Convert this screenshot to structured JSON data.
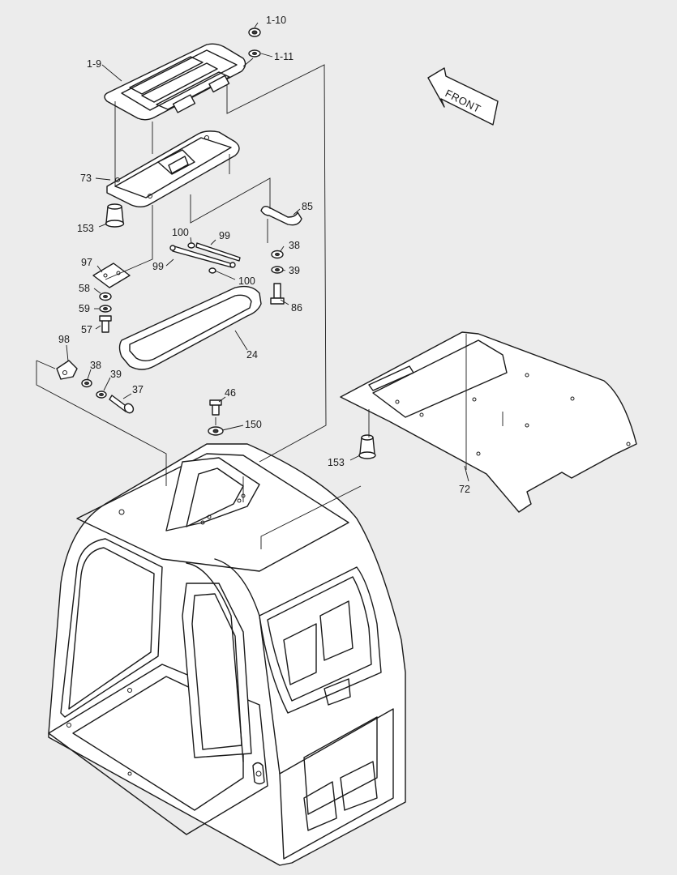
{
  "direction_label": "FRONT",
  "callouts": {
    "c1_10": "1-10",
    "c1_11": "1-11",
    "c1_9": "1-9",
    "c73": "73",
    "c153a": "153",
    "c85": "85",
    "c100a": "100",
    "c99a": "99",
    "c99b": "99",
    "c100b": "100",
    "c97": "97",
    "c38a": "38",
    "c39a": "39",
    "c58": "58",
    "c59": "59",
    "c86": "86",
    "c57": "57",
    "c24": "24",
    "c98": "98",
    "c38b": "38",
    "c39b": "39",
    "c37": "37",
    "c46": "46",
    "c150": "150",
    "c153b": "153",
    "c72": "72"
  }
}
